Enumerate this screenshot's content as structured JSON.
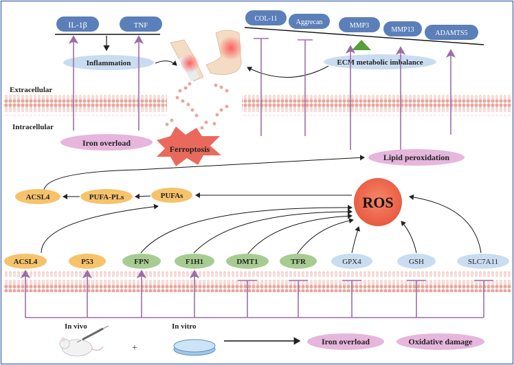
{
  "top_factors": [
    "IL-1β",
    "TNF"
  ],
  "ecm_factors": [
    "COL-11",
    "Aggrecan",
    "MMP3",
    "MMP13",
    "ADAMTS5"
  ],
  "inflammation": "Inflammation",
  "ecm_imbalance": "ECM metabolic imbalance",
  "extracellular": "Extracellular",
  "intracellular": "Intracellular",
  "iron_overload_top": "Iron overload",
  "ferroptosis": "Ferroptosis",
  "lipid_peroxidation": "Lipid peroxidation",
  "ros": "ROS",
  "pathway": [
    "ACSL4",
    "PUFA-PLs",
    "PUFAs"
  ],
  "bottom_factors": [
    "ACSL4",
    "P53",
    "FPN",
    "F1H1",
    "DMT1",
    "TFR",
    "GPX4",
    "GSH",
    "SLC7A11"
  ],
  "in_vivo": "In vivo",
  "plus": "+",
  "in_vitro": "In vitro",
  "outcomes": [
    "Iron overload",
    "Oxidative damage"
  ],
  "colors": {
    "blue_pill": "#5b7fb8",
    "light_blue": "#c9dcf0",
    "pink_pill": "#e7b6dc",
    "orange": "#f6c36b",
    "green": "#a7cc92",
    "purple_line": "#9a6ea8",
    "membrane": "#e7a9a0",
    "ros": "#ee6a4f",
    "ferroptosis": "#e96a5c"
  }
}
